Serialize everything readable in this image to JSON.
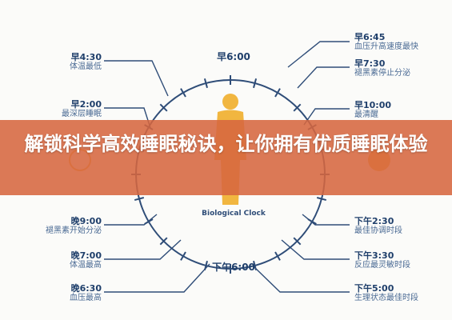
{
  "title": "解锁科学高效睡眠秘诀，让你拥有优质睡眠体验",
  "clock": {
    "caption": "Biological Clock",
    "top": "早6:00",
    "bottom": "下午6:00"
  },
  "labels_left": [
    {
      "time": "早4:30",
      "desc": "体温最低"
    },
    {
      "time": "早2:00",
      "desc": "最深层睡眠"
    },
    {
      "time": "晚9:00",
      "desc": "褪黑素开始分泌"
    },
    {
      "time": "晚7:00",
      "desc": "体温最高"
    },
    {
      "time": "晚6:30",
      "desc": "血压最高"
    }
  ],
  "labels_right": [
    {
      "time": "早6:45",
      "desc": "血压升高速度最快"
    },
    {
      "time": "早7:30",
      "desc": "褪黑素停止分泌"
    },
    {
      "time": "早10:00",
      "desc": "最清醒"
    },
    {
      "time": "下午2:30",
      "desc": "最佳协调时段"
    },
    {
      "time": "下午3:30",
      "desc": "反应最灵敏时段"
    },
    {
      "time": "下午5:00",
      "desc": "生理状态最佳时段"
    }
  ],
  "colors": {
    "banner": "#d6673f",
    "navy": "#1f3f6b",
    "ring": "#2f4d78",
    "figure": "#f1b640"
  }
}
